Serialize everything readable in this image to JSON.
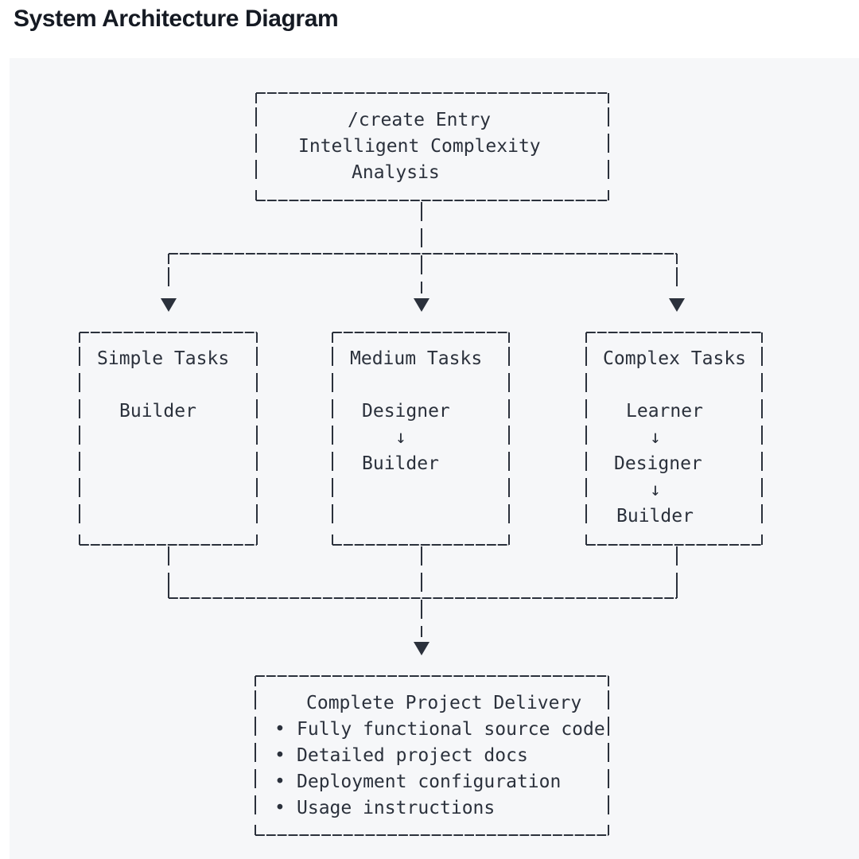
{
  "page": {
    "title": "System Architecture Diagram"
  },
  "diagram": {
    "entry_box": {
      "lines": [
        "/create Entry",
        "Intelligent Complexity",
        "Analysis"
      ]
    },
    "task_boxes": [
      {
        "title": "Simple Tasks",
        "flow": [
          "Builder"
        ]
      },
      {
        "title": "Medium Tasks",
        "flow": [
          "Designer",
          "↓",
          "Builder"
        ]
      },
      {
        "title": "Complex Tasks",
        "flow": [
          "Learner",
          "↓",
          "Designer",
          "↓",
          "Builder"
        ]
      }
    ],
    "delivery_box": {
      "title": "Complete Project Delivery",
      "bullet": "•",
      "items": [
        "Fully functional source code",
        "Detailed project docs",
        "Deployment configuration",
        "Usage instructions"
      ]
    },
    "colors": {
      "panel_bg": "#f6f7f9",
      "line": "#2b313c",
      "text": "#2b313c",
      "title": "#151a23"
    }
  }
}
